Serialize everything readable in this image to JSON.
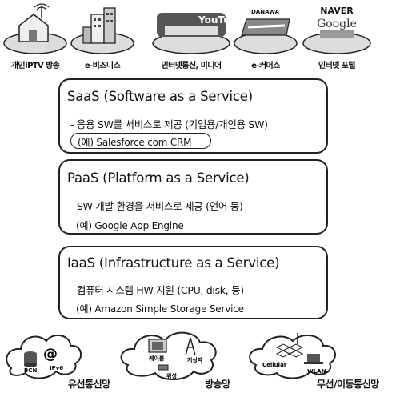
{
  "top_services": [
    {
      "label": "개인IPTV 방송"
    },
    {
      "label": "e-비즈니스"
    },
    {
      "label": "인터넷통신, 미디어",
      "logos": [
        "YouTube"
      ]
    },
    {
      "label": "e-커머스",
      "logos": [
        "DANAWA"
      ]
    },
    {
      "label": "인터넷 포털",
      "logos": [
        "NAVER",
        "Google"
      ]
    }
  ],
  "layers": [
    {
      "title": "SaaS (Software as a Service)",
      "description": "- 응용 SW를 서비스로 제공 (기업용/개인용 SW)",
      "example": "(예) Salesforce.com CRM"
    },
    {
      "title": "PaaS (Platform as a Service)",
      "description": "- SW 개발 환경을 서비스로 제공 (언어 등)",
      "example": "(예) Google App Engine"
    },
    {
      "title": "IaaS (Infrastructure as a Service)",
      "description": "- 컴퓨터 시스템 HW 지원 (CPU, disk, 등)",
      "example": "(예) Amazon Simple Storage Service"
    }
  ],
  "networks": [
    {
      "label": "유선통신망",
      "tags": [
        "BCN",
        "IPv6"
      ]
    },
    {
      "label": "방송망",
      "tags": [
        "케이블",
        "지상파",
        "위성"
      ]
    },
    {
      "label": "무선/이동통신망",
      "tags": [
        "Cellular",
        "WLAN"
      ]
    }
  ],
  "colors": {
    "line": "#222222",
    "background": "#ffffff",
    "fill": "#bbbbbb"
  }
}
